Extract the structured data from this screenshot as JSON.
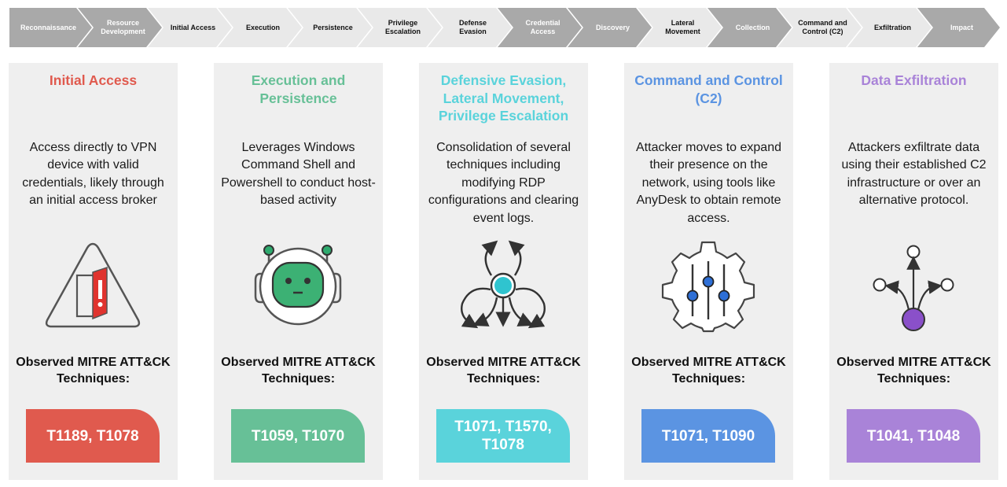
{
  "colors": {
    "red": "#e05a4e",
    "green": "#67c097",
    "cyan": "#5ad3db",
    "blue": "#5b94e2",
    "purple": "#a983d8",
    "stage_dark": "#a9a9a9",
    "stage_light": "#e9e9e9",
    "card_bg": "#efefef"
  },
  "chain": [
    {
      "label": "Reconnaissance",
      "shade": "dark"
    },
    {
      "label": "Resource Development",
      "shade": "dark"
    },
    {
      "label": "Initial Access",
      "shade": "light"
    },
    {
      "label": "Execution",
      "shade": "light"
    },
    {
      "label": "Persistence",
      "shade": "light"
    },
    {
      "label": "Privilege Escalation",
      "shade": "light"
    },
    {
      "label": "Defense Evasion",
      "shade": "light"
    },
    {
      "label": "Credential Access",
      "shade": "dark"
    },
    {
      "label": "Discovery",
      "shade": "dark"
    },
    {
      "label": "Lateral Movement",
      "shade": "light"
    },
    {
      "label": "Collection",
      "shade": "dark"
    },
    {
      "label": "Command and Control (C2)",
      "shade": "light"
    },
    {
      "label": "Exfiltration",
      "shade": "light"
    },
    {
      "label": "Impact",
      "shade": "dark"
    }
  ],
  "cards": [
    {
      "title": "Initial Access",
      "description": "Access directly to VPN device with valid credentials, likely through an initial access broker",
      "icon": "warning-door-icon",
      "observed_label": "Observed MITRE ATT&CK Techniques:",
      "techniques": "T1189, T1078"
    },
    {
      "title": "Execution and Persistence",
      "description": "Leverages Windows Command Shell and Powershell to conduct host-based activity",
      "icon": "robot-icon",
      "observed_label": "Observed MITRE ATT&CK Techniques:",
      "techniques": "T1059, T1070"
    },
    {
      "title": "Defensive Evasion, Lateral Movement, Privilege Escalation",
      "description": "Consolidation of several techniques including modifying RDP configurations and clearing event logs.",
      "icon": "cycle-arrows-icon",
      "observed_label": "Observed MITRE ATT&CK Techniques:",
      "techniques": "T1071, T1570, T1078"
    },
    {
      "title": "Command and Control (C2)",
      "description": "Attacker moves to expand their presence on the network, using tools like AnyDesk to obtain remote access.",
      "icon": "gear-sliders-icon",
      "observed_label": "Observed MITRE ATT&CK Techniques:",
      "techniques": "T1071, T1090"
    },
    {
      "title": "Data Exfiltration",
      "description": "Attackers exfiltrate data using their established C2 infrastructure or over an alternative protocol.",
      "icon": "branching-arrows-icon",
      "observed_label": "Observed MITRE ATT&CK Techniques:",
      "techniques": "T1041, T1048"
    }
  ]
}
